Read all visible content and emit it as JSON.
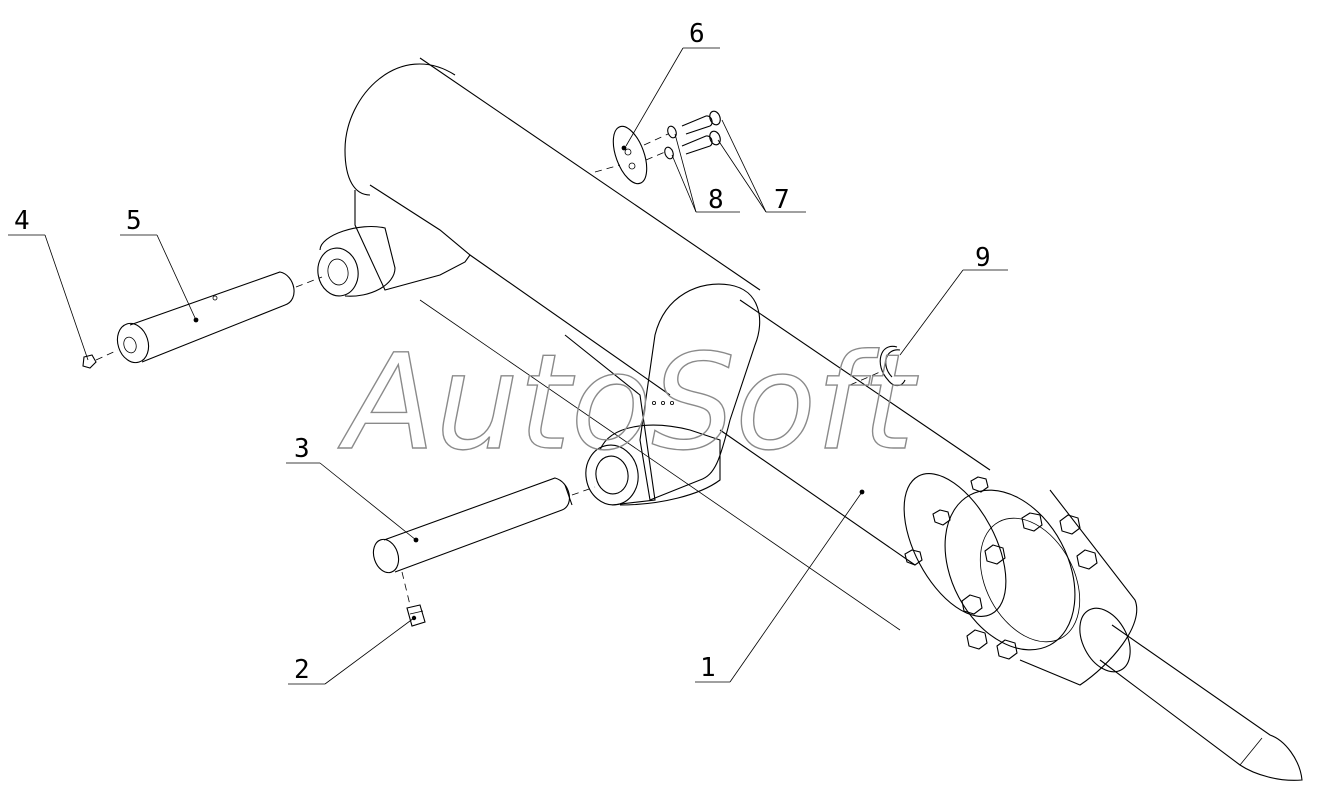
{
  "watermark": "AutoSoft",
  "callouts": [
    {
      "id": "1",
      "label": "1"
    },
    {
      "id": "2",
      "label": "2"
    },
    {
      "id": "3",
      "label": "3"
    },
    {
      "id": "4",
      "label": "4"
    },
    {
      "id": "5",
      "label": "5"
    },
    {
      "id": "6",
      "label": "6"
    },
    {
      "id": "7",
      "label": "7"
    },
    {
      "id": "8",
      "label": "8"
    },
    {
      "id": "9",
      "label": "9"
    }
  ],
  "colors": {
    "line": "#000000",
    "watermark": "#8a8a8a",
    "background": "#ffffff"
  }
}
